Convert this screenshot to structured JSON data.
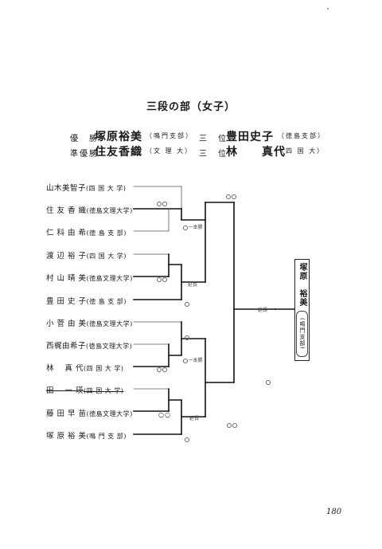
{
  "title": "三段の部（女子）",
  "results": {
    "champion_label": "優　勝",
    "champion_name": "塚原裕美",
    "champion_aff": "（鳴門支部）",
    "runner_label": "準優勝",
    "runner_name": "住友香織",
    "runner_aff": "（文 理 大）",
    "third_label": "三　位",
    "third1_name": "豊田史子",
    "third1_aff": "（徳島支部）",
    "third2_name": "林　　真代",
    "third2_aff": "（四 国 大）"
  },
  "players": [
    {
      "name": "山木美智子",
      "aff": "(四 国 大 学)"
    },
    {
      "name": "住 友 香 織",
      "aff": "(徳島文理大学)"
    },
    {
      "name": "仁 科 由 希",
      "aff": "(徳 島 支 部)"
    },
    {
      "name": "渡 辺 裕 子",
      "aff": "(四 国 大 学)"
    },
    {
      "name": "村 山 晴 美",
      "aff": "(徳島文理大学)"
    },
    {
      "name": "豊 田 史 子",
      "aff": "(徳 島 支 部)"
    },
    {
      "name": "小 菅 由 美",
      "aff": "(徳島文理大学)"
    },
    {
      "name": "西梶由希子",
      "aff": "(徳島文理大学)"
    },
    {
      "name": "林　 真 代",
      "aff": "(四 国 大 学)"
    },
    {
      "name": "田　 一 瑛",
      "aff": "(四 国 大 学)"
    },
    {
      "name": "藤 田 早 苗",
      "aff": "(徳島文理大学)"
    },
    {
      "name": "塚 原 裕 美",
      "aff": "(鳴 門 支 部)"
    }
  ],
  "winner_box": {
    "name": "塚原　裕美",
    "aff": "(鳴門支部)"
  },
  "notes": {
    "ippon_top": "一本勝",
    "encho_a": "延長",
    "ippon_mid": "一本勝",
    "encho_b": "延長",
    "encho_final": "延長",
    "oo": "○○"
  },
  "page_number": "180"
}
